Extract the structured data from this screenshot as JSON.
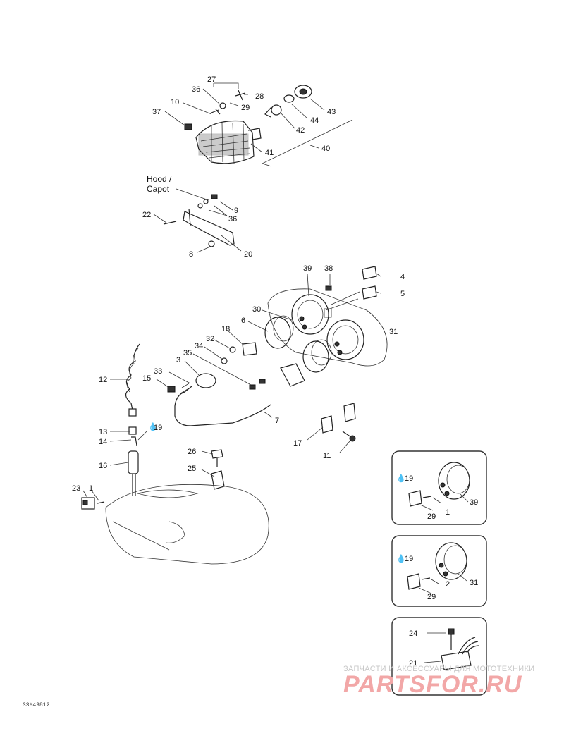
{
  "hood_label": {
    "line1": "Hood /",
    "line2": "Capot"
  },
  "drawing_code": "33M49812",
  "watermark": {
    "tagline": "ЗАПЧАСТИ И АКСЕССУАРЫ ДЛЯ МОТОТЕХНИКИ",
    "logo": "PARTSFOR.RU"
  },
  "callouts": {
    "n27": "27",
    "n36a": "36",
    "n28": "28",
    "n10": "10",
    "n29a": "29",
    "n37": "37",
    "n43": "43",
    "n44": "44",
    "n42": "42",
    "n41": "41",
    "n40": "40",
    "n9": "9",
    "n36b": "36",
    "n22": "22",
    "n8": "8",
    "n20": "20",
    "n39a": "39",
    "n38": "38",
    "n4": "4",
    "n5": "5",
    "n30": "30",
    "n6": "6",
    "n31a": "31",
    "n18": "18",
    "n32": "32",
    "n34": "34",
    "n35": "35",
    "n3": "3",
    "n33": "33",
    "n12": "12",
    "n15": "15",
    "n7": "7",
    "n13": "13",
    "n14": "14",
    "n19a": "19",
    "n17": "17",
    "n11": "11",
    "n16": "16",
    "n26": "26",
    "n25": "25",
    "n23": "23",
    "n1a": "1",
    "n19b": "19",
    "n1b": "1",
    "n39b": "39",
    "n29b": "29",
    "n19c": "19",
    "n2": "2",
    "n31b": "31",
    "n29c": "29",
    "n24": "24",
    "n21": "21"
  }
}
